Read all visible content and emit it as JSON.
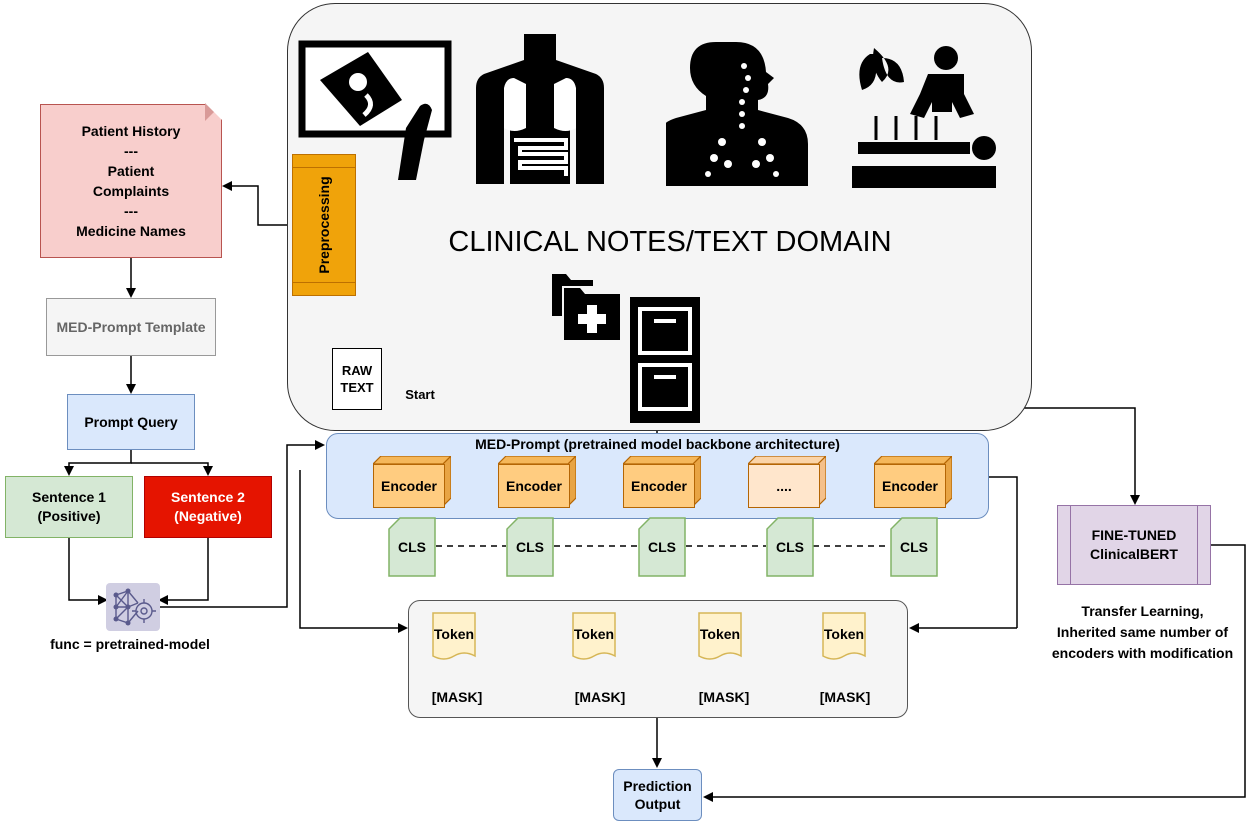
{
  "domain_panel": {
    "title": "CLINICAL NOTES/TEXT DOMAIN"
  },
  "patient_info": {
    "line1": "Patient History",
    "sep1": "---",
    "line2": "Patient",
    "line3": "Complaints",
    "sep2": "---",
    "line4": "Medicine Names"
  },
  "template": {
    "label": "MED-Prompt Template"
  },
  "prompt_query": {
    "label": "Prompt Query"
  },
  "sentence1": {
    "line1": "Sentence 1",
    "line2": "(Positive)"
  },
  "sentence2": {
    "line1": "Sentence 2",
    "line2": "(Negative)"
  },
  "func": {
    "label": "func = pretrained-model"
  },
  "preprocessing": {
    "label": "Preprocessing"
  },
  "raw_text": {
    "line1": "RAW",
    "line2": "TEXT"
  },
  "start": {
    "label": "Start"
  },
  "backbone": {
    "title": "MED-Prompt (pretrained model backbone architecture)",
    "encoders": [
      "Encoder",
      "Encoder",
      "Encoder",
      "....",
      "Encoder"
    ],
    "cls": [
      "CLS",
      "CLS",
      "CLS",
      "CLS",
      "CLS"
    ]
  },
  "tokens": {
    "labels": [
      "Token",
      "Token",
      "Token",
      "Token"
    ],
    "masks": [
      "[MASK]",
      "[MASK]",
      "[MASK]",
      "[MASK]"
    ]
  },
  "finetuned": {
    "line1": "FINE-TUNED",
    "line2": "ClinicalBERT"
  },
  "transfer": {
    "line1": "Transfer Learning,",
    "line2": "Inherited same number of",
    "line3": "encoders with modification"
  },
  "prediction": {
    "line1": "Prediction",
    "line2": "Output"
  },
  "colors": {
    "history_fill": "#f8cecc",
    "history_border": "#b85450",
    "query_fill": "#dae8fc",
    "query_border": "#6c8ebf",
    "positive_fill": "#d5e8d4",
    "positive_border": "#82b366",
    "negative_fill": "#e51400",
    "preprocessing_fill": "#f0a30a",
    "encoder_fill": "#ffcc80",
    "token_fill": "#fff2cc",
    "token_border": "#d6b656",
    "finetuned_fill": "#e1d5e7",
    "finetuned_border": "#9673a6"
  },
  "icons": [
    "ultrasound-icon",
    "torso-organs-icon",
    "respiratory-icon",
    "acupuncture-icon",
    "folder-add-icon",
    "file-cabinet-icon",
    "neural-network-icon"
  ]
}
